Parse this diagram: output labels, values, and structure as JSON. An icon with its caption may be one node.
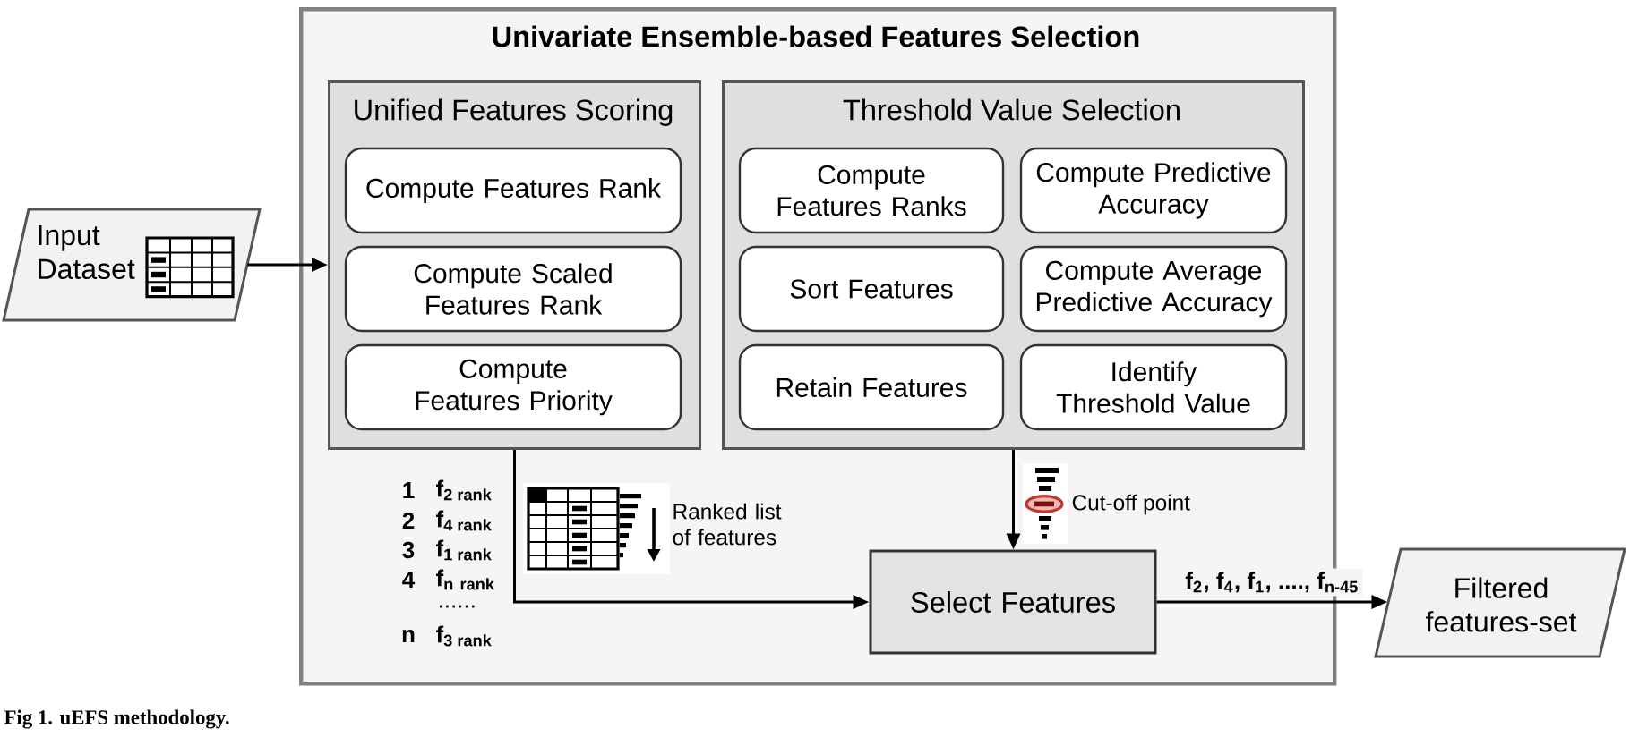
{
  "diagram": {
    "caption": "Fig 1. uEFS methodology.",
    "nodes": [
      {
        "text": [
          "Input Dataset"
        ]
      },
      {
        "text": [
          "Univariate Ensemble-based Features Selection"
        ]
      },
      {
        "text": [
          "Unified Features Scoring"
        ],
        "in": 1
      },
      {
        "text": [
          "Compute Features Rank"
        ],
        "in": 2
      },
      {
        "text": [
          "Compute Scaled Features Rank"
        ],
        "in": 2
      },
      {
        "text": [
          "Compute Features Priority"
        ],
        "in": 2
      },
      {
        "text": [
          "Threshold Value Selection"
        ],
        "in": 1
      },
      {
        "text": [
          "Compute Features Ranks"
        ],
        "in": 6
      },
      {
        "text": [
          "Compute Predictive Accuracy"
        ],
        "in": 6
      },
      {
        "text": [
          "Sort Features"
        ],
        "in": 6
      },
      {
        "text": [
          "Compute Average Predictive Accuracy"
        ],
        "in": 6
      },
      {
        "text": [
          "Retain Features"
        ],
        "in": 6
      },
      {
        "text": [
          "Identify Threshold Value"
        ],
        "in": 6
      },
      {
        "text": [
          "Select Features"
        ],
        "in": 1
      },
      {
        "text": [
          "Filtered features-set"
        ]
      }
    ],
    "edges": [
      {
        "from": 0,
        "to": 2,
        "arrow": "to"
      },
      {
        "from": 2,
        "to": 13,
        "arrow": "to"
      },
      {
        "from": 6,
        "to": 13,
        "arrow": "to"
      },
      {
        "from": 13,
        "to": 14,
        "arrow": "to",
        "label": "f$_{2}$, f$_{4}$, f$_{1}$, ...., f$_{n-45}$"
      }
    ],
    "labels": [
      "1",
      "f$_{2 rank}$",
      "2",
      "f$_{4 rank}$",
      "3",
      "f$_{1 rank}$",
      "4",
      "\\mathbf{f}_{\\mathbf{n\\ rank}}",
      "......",
      "n",
      "f$_{3 rank}$",
      "Ranked list of features",
      "Cut-off point"
    ]
  }
}
